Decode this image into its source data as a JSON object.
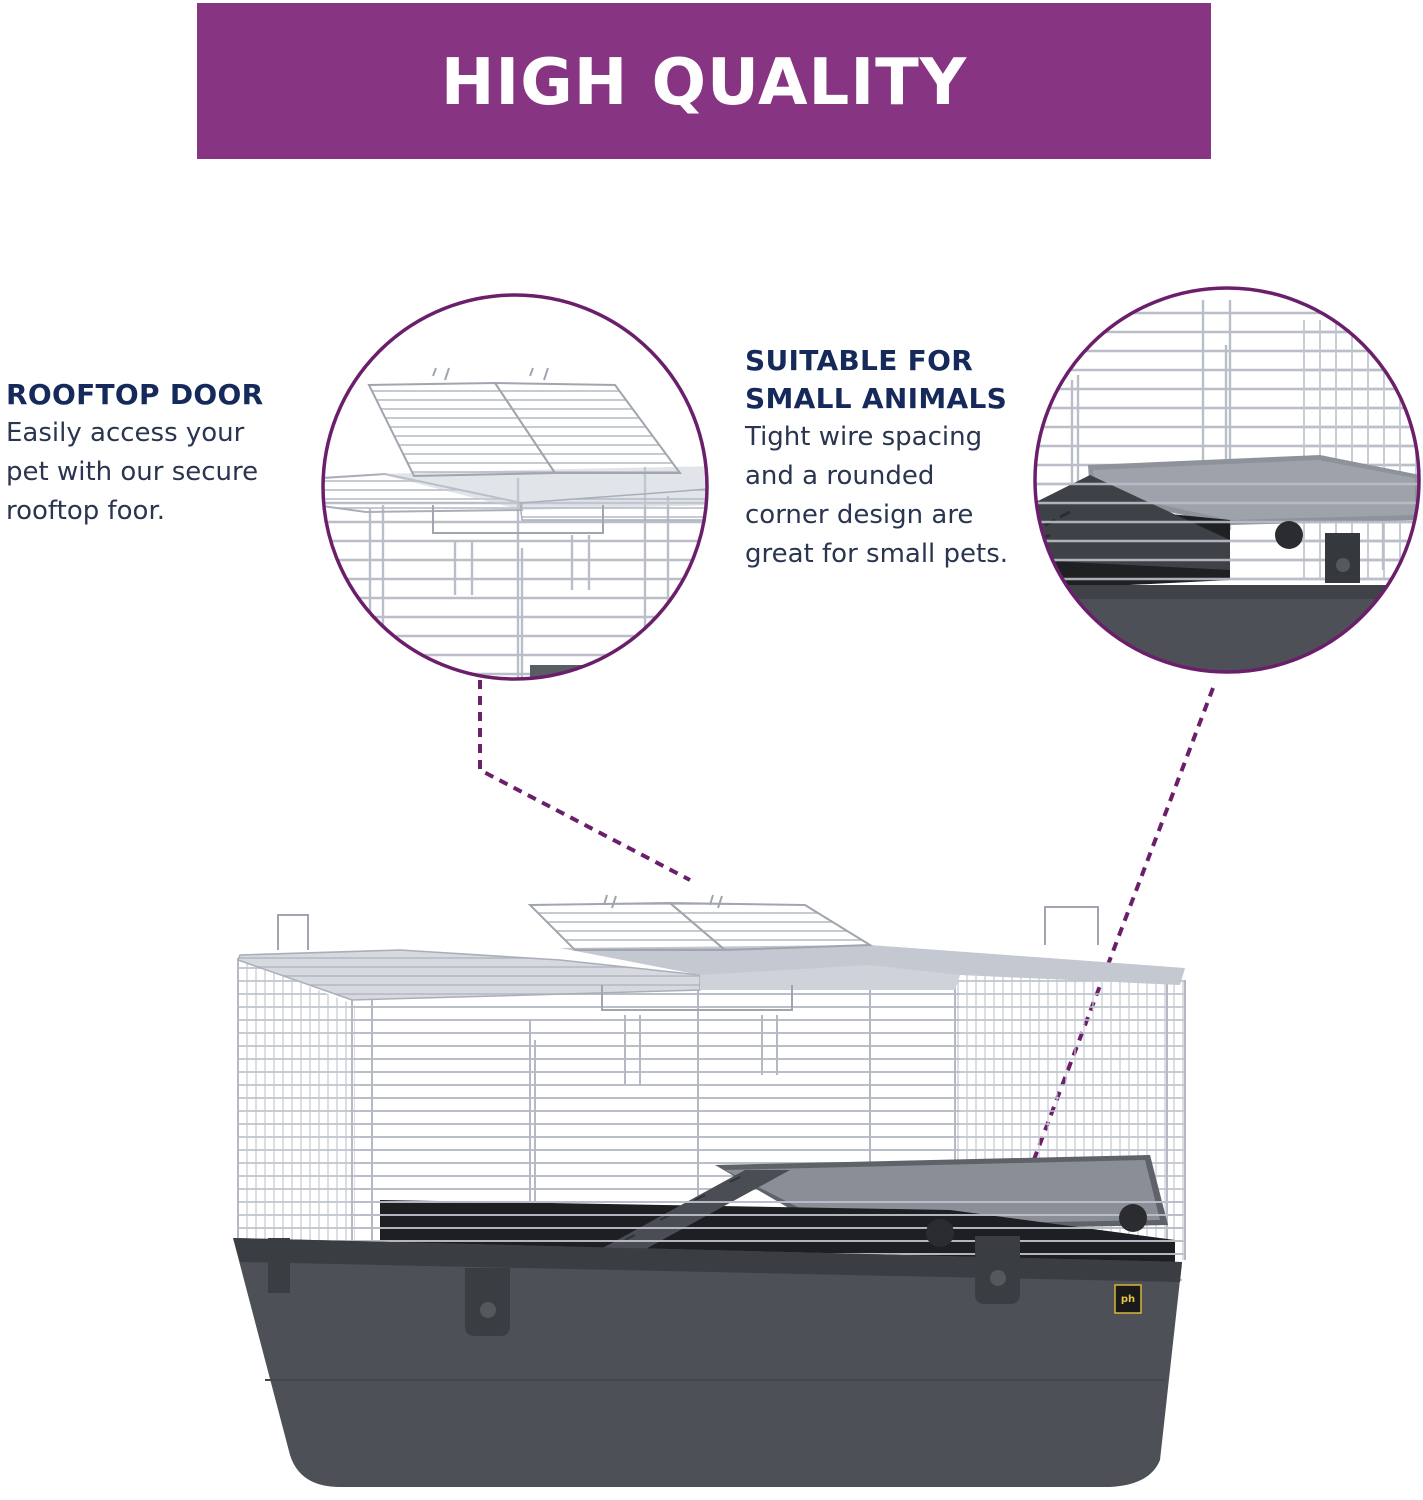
{
  "banner": {
    "title": "HIGH QUALITY",
    "background_color": "#873582"
  },
  "features": [
    {
      "heading": "ROOFTOP DOOR",
      "body_lines": [
        "Easily access your",
        "pet with our secure",
        "rooftop foor."
      ]
    },
    {
      "heading_lines": [
        "SUITABLE FOR",
        "SMALL ANIMALS"
      ],
      "body_lines": [
        "Tight wire spacing",
        "and a rounded",
        "corner design are",
        "great for small pets."
      ]
    }
  ],
  "callouts": [
    {
      "name": "rooftop-door-detail",
      "shape": "circle",
      "border_color": "#6b1f6b"
    },
    {
      "name": "small-animals-detail",
      "shape": "circle",
      "border_color": "#6b1f6b"
    }
  ],
  "product": {
    "name": "small animal wire cage with plastic base",
    "base_color": "#4d5157",
    "wire_color": "#b9bec8",
    "logo_text": "ph"
  },
  "colors": {
    "heading": "#152a5a",
    "body": "#2a3550",
    "accent": "#873582"
  }
}
